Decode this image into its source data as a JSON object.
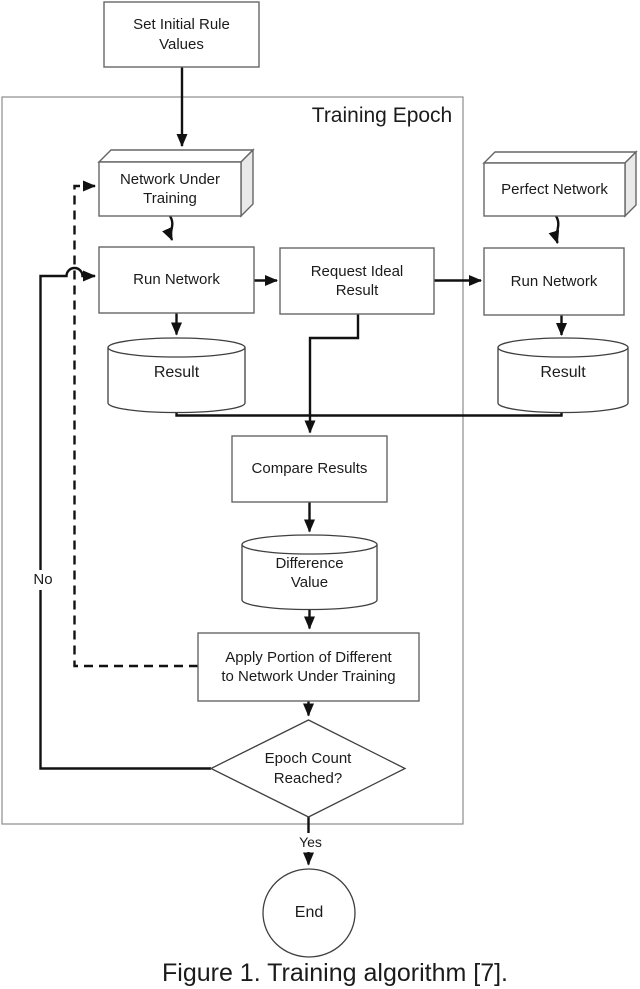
{
  "figure": {
    "caption": "Figure 1. Training algorithm [7].",
    "container_label": "Training Epoch",
    "branch_labels": {
      "no": "No",
      "yes": "Yes"
    }
  },
  "nodes": {
    "set_initial": {
      "type": "process",
      "label": "Set Initial Rule\nValues"
    },
    "network_under_training": {
      "type": "box-3d",
      "label": "Network Under\nTraining"
    },
    "perfect_network": {
      "type": "box-3d",
      "label": "Perfect Network"
    },
    "run_network_left": {
      "type": "process",
      "label": "Run Network"
    },
    "request_ideal_result": {
      "type": "process",
      "label": "Request Ideal\nResult"
    },
    "run_network_right": {
      "type": "process",
      "label": "Run Network"
    },
    "result_left": {
      "type": "datastore",
      "label": "Result"
    },
    "result_right": {
      "type": "datastore",
      "label": "Result"
    },
    "compare_results": {
      "type": "process",
      "label": "Compare Results"
    },
    "difference_value": {
      "type": "datastore",
      "label": "Difference\nValue"
    },
    "apply_portion": {
      "type": "process",
      "label": "Apply Portion of Different\nto Network Under Training"
    },
    "epoch_count": {
      "type": "decision",
      "label": "Epoch Count\nReached?"
    },
    "end": {
      "type": "terminator",
      "label": "End"
    }
  },
  "colors": {
    "edge": "#111111",
    "process_border": "#666666",
    "shape_border": "#3f3f3f",
    "container_border": "#8c8c8c",
    "side_fill": "#e9e9e9",
    "text": "#1b1b1b",
    "background": "#ffffff"
  }
}
